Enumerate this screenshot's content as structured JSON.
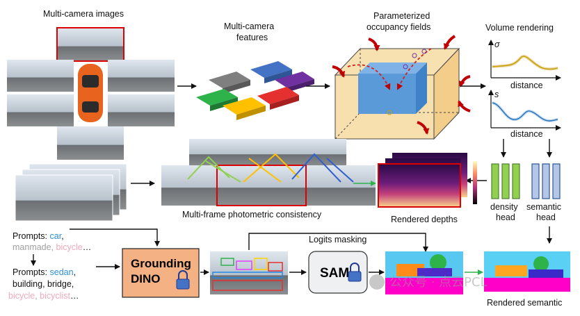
{
  "labels": {
    "multi_camera_images": "Multi-camera images",
    "multi_camera_features_l1": "Multi-camera",
    "multi_camera_features_l2": "features",
    "occupancy_l1": "Parameterized",
    "occupancy_l2": "occupancy fields",
    "volume_rendering": "Volume rendering",
    "sigma": "σ",
    "s": "s",
    "distance_top": "distance",
    "distance_bottom": "distance",
    "density_head_l1": "density",
    "density_head_l2": "head",
    "semantic_head_l1": "semantic",
    "semantic_head_l2": "head",
    "photometric": "Multi-frame photometric consistency",
    "rendered_depths": "Rendered depths",
    "logits_masking": "Logits masking",
    "grounding_l1": "Grounding",
    "grounding_l2": "DINO",
    "sam": "SAM",
    "rendered_semantic": "Rendered semantic",
    "watermark": "公众号 · 点云PCL"
  },
  "prompts1": {
    "prefix": "Prompts: ",
    "car": "car",
    "comma": ",",
    "manmade": "manmade, ",
    "bicycle": "bicycle",
    "ellipsis": "…"
  },
  "prompts2": {
    "prefix": "Prompts: ",
    "sedan": "sedan",
    "comma": ",",
    "line2": "building, bridge,",
    "bicycle": "bicycle",
    "comma2": ", ",
    "bicyclist": "bicyclist",
    "ellipsis": "…"
  },
  "colors": {
    "accent_blue": "#2e8fd6",
    "accent_pink": "#f2a9b8",
    "grey_text": "#a0a0a0",
    "grounding_box": "#f4b183",
    "density_green": "#8fd14f",
    "semantic_blue": "#b4c7e7",
    "red_arrow": "#c00000"
  }
}
